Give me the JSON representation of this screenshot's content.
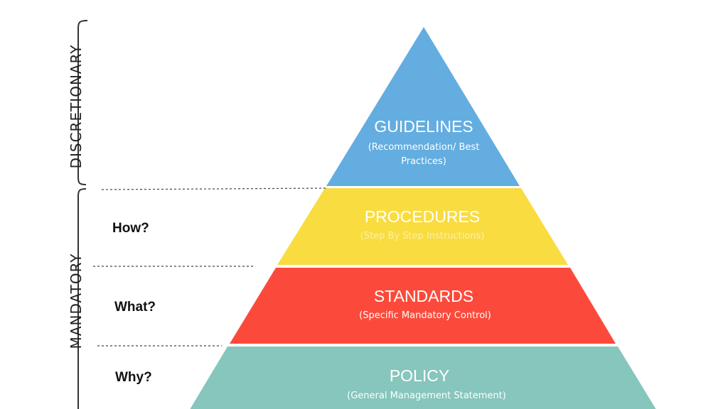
{
  "side_labels": {
    "discretionary": "DISCRETIONARY",
    "mandatory": "MANDATORY"
  },
  "questions": {
    "how": "How?",
    "what": "What?",
    "why": "Why?"
  },
  "tiers": [
    {
      "title": "GUIDELINES",
      "subtitle_line1": "(Recommendation/ Best",
      "subtitle_line2": "Practices)",
      "color": "#63ade0"
    },
    {
      "title": "PROCEDURES",
      "subtitle_line1": "(Step By Step Instructions)",
      "color": "#f9dc40"
    },
    {
      "title": "STANDARDS",
      "subtitle_line1": "(Specific Mandatory Control)",
      "color": "#fb4a3b"
    },
    {
      "title": "POLICY",
      "subtitle_line1": "(General Management Statement)",
      "color": "#86c6bc"
    }
  ]
}
